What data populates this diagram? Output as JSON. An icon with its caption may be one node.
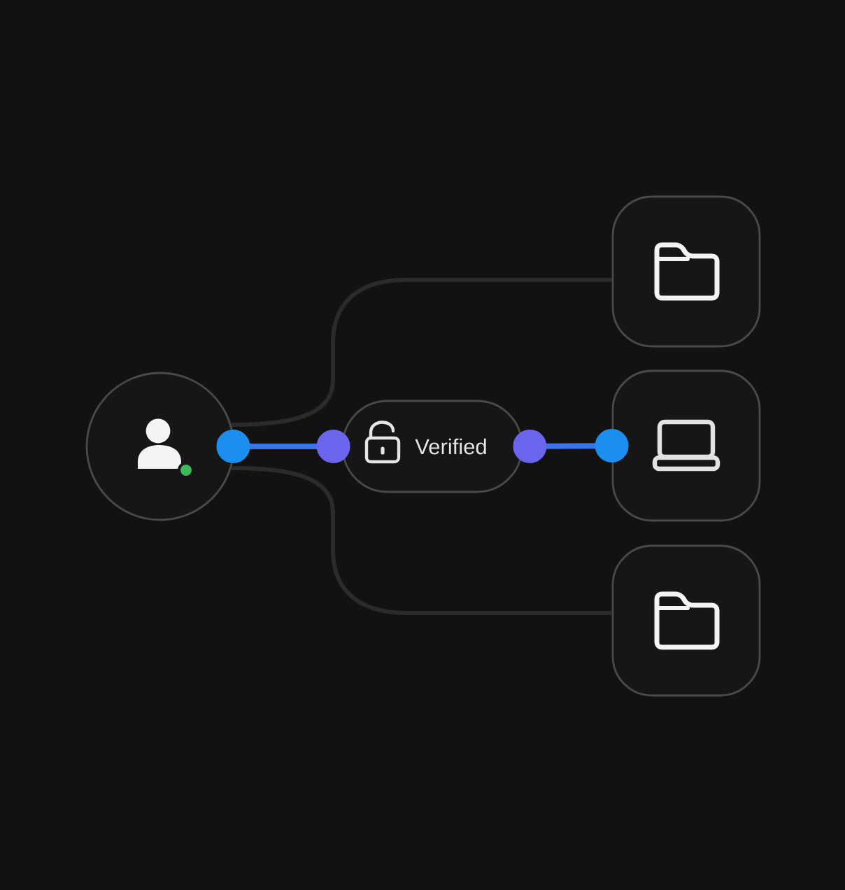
{
  "diagram": {
    "nodes": [
      {
        "text": [],
        "shape": "circle"
      },
      {
        "text": [
          "Verified"
        ]
      },
      {
        "text": [],
        "shape": "box"
      },
      {
        "text": [],
        "shape": "box"
      },
      {
        "text": [],
        "shape": "box"
      }
    ],
    "edges": [
      {
        "from": 0,
        "to": 1,
        "arrow": "other",
        "color": "#3a74ea"
      },
      {
        "from": 0,
        "to": 2,
        "arrow": "none",
        "color": "#2b2b2b"
      },
      {
        "from": 0,
        "to": 4,
        "arrow": "none",
        "color": "#2b2b2b"
      },
      {
        "from": 1,
        "to": 3,
        "arrow": "other",
        "color": "#3a74ea"
      }
    ]
  }
}
